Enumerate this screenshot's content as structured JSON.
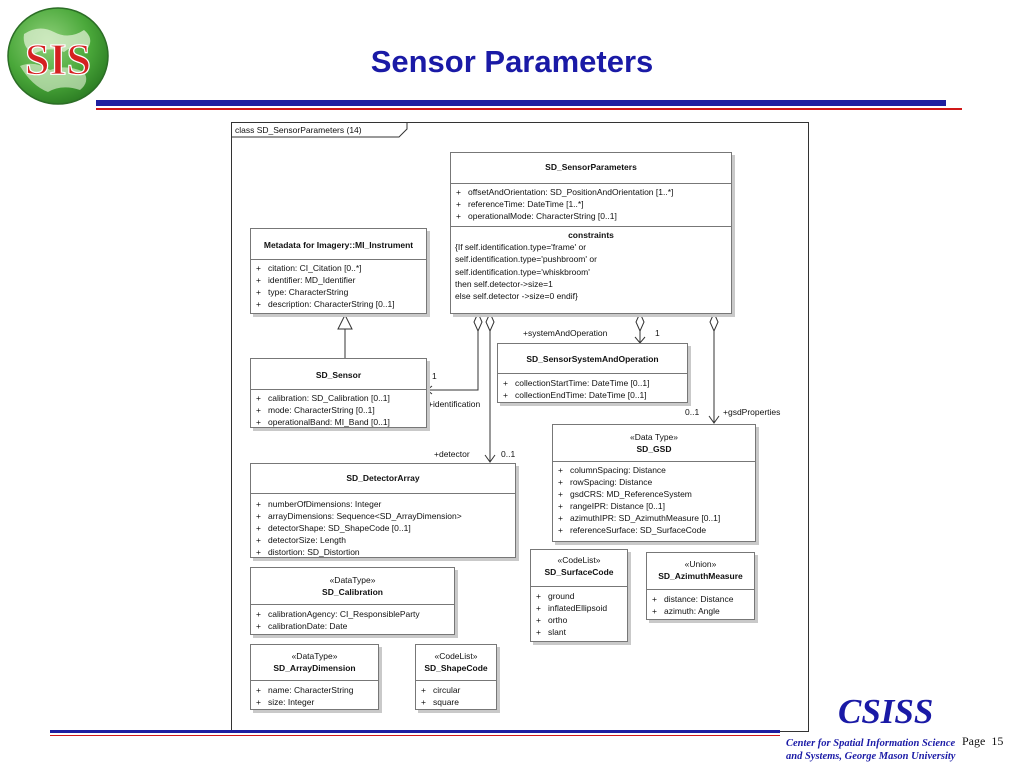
{
  "slide": {
    "title": "Sensor Parameters",
    "footer_brand": "CSISS",
    "footer_line1": "Center for Spatial Information Science",
    "footer_line2": "and Systems, George Mason University",
    "page_label": "Page",
    "page_number": "15",
    "logo_text": "SIS",
    "colors": {
      "title": "#1a1aa6",
      "bar_blue": "#1f1fa0",
      "bar_red": "#d01818",
      "logo_green": "#3c9a2f"
    }
  },
  "diagram": {
    "frame_title": "class SD_SensorParameters (14)",
    "classes": {
      "sensor_parameters": {
        "name": "SD_SensorParameters",
        "attributes": [
          {
            "vis": "+",
            "text": "offsetAndOrientation:  SD_PositionAndOrientation [1..*]"
          },
          {
            "vis": "+",
            "text": "referenceTime:  DateTime [1..*]"
          },
          {
            "vis": "+",
            "text": "operationalMode:  CharacterString [0..1]"
          }
        ],
        "constraints_title": "constraints",
        "constraints": [
          "{If self.identification.type='frame' or",
          " self.identification.type='pushbroom' or",
          "self.identification.type='whiskbroom'",
          "then self.detector->size=1",
          " else self.detector ->size=0 endif}"
        ]
      },
      "mi_instrument": {
        "name": "Metadata for Imagery::MI_Instrument",
        "attributes": [
          {
            "vis": "+",
            "text": "citation:  CI_Citation [0..*]"
          },
          {
            "vis": "+",
            "text": "identifier:  MD_Identifier"
          },
          {
            "vis": "+",
            "text": "type:  CharacterString"
          },
          {
            "vis": "+",
            "text": "description:  CharacterString [0..1]"
          }
        ]
      },
      "sensor": {
        "name": "SD_Sensor",
        "attributes": [
          {
            "vis": "+",
            "text": "calibration:  SD_Calibration [0..1]"
          },
          {
            "vis": "+",
            "text": "mode:  CharacterString [0..1]"
          },
          {
            "vis": "+",
            "text": "operationalBand:  MI_Band [0..1]"
          }
        ]
      },
      "system_operation": {
        "name": "SD_SensorSystemAndOperation",
        "attributes": [
          {
            "vis": "+",
            "text": "collectionStartTime:  DateTime [0..1]"
          },
          {
            "vis": "+",
            "text": "collectionEndTime:  DateTime [0..1]"
          }
        ]
      },
      "gsd": {
        "stereotype": "«Data Type»",
        "name": "SD_GSD",
        "attributes": [
          {
            "vis": "+",
            "text": "columnSpacing:  Distance"
          },
          {
            "vis": "+",
            "text": "rowSpacing:  Distance"
          },
          {
            "vis": "+",
            "text": "gsdCRS:  MD_ReferenceSystem"
          },
          {
            "vis": "+",
            "text": "rangeIPR:  Distance [0..1]"
          },
          {
            "vis": "+",
            "text": "azimuthIPR:  SD_AzimuthMeasure [0..1]"
          },
          {
            "vis": "+",
            "text": "referenceSurface:  SD_SurfaceCode"
          }
        ]
      },
      "detector_array": {
        "name": "SD_DetectorArray",
        "attributes": [
          {
            "vis": "+",
            "text": "numberOfDimensions:  Integer"
          },
          {
            "vis": "+",
            "text": "arrayDimensions:  Sequence<SD_ArrayDimension>"
          },
          {
            "vis": "+",
            "text": "detectorShape:  SD_ShapeCode [0..1]"
          },
          {
            "vis": "+",
            "text": "detectorSize:  Length"
          },
          {
            "vis": "+",
            "text": "distortion:  SD_Distortion"
          }
        ]
      },
      "calibration": {
        "stereotype": "«DataType»",
        "name": "SD_Calibration",
        "attributes": [
          {
            "vis": "+",
            "text": "calibrationAgency:  CI_ResponsibleParty"
          },
          {
            "vis": "+",
            "text": "calibrationDate:  Date"
          }
        ]
      },
      "surface_code": {
        "stereotype": "«CodeList»",
        "name": "SD_SurfaceCode",
        "attributes": [
          {
            "vis": "+",
            "text": "ground"
          },
          {
            "vis": "+",
            "text": "inflatedEllipsoid"
          },
          {
            "vis": "+",
            "text": "ortho"
          },
          {
            "vis": "+",
            "text": "slant"
          }
        ]
      },
      "azimuth_measure": {
        "stereotype": "«Union»",
        "name": "SD_AzimuthMeasure",
        "attributes": [
          {
            "vis": "+",
            "text": "distance:  Distance"
          },
          {
            "vis": "+",
            "text": "azimuth:  Angle"
          }
        ]
      },
      "array_dimension": {
        "stereotype": "«DataType»",
        "name": "SD_ArrayDimension",
        "attributes": [
          {
            "vis": "+",
            "text": "name:  CharacterString"
          },
          {
            "vis": "+",
            "text": "size:  Integer"
          }
        ]
      },
      "shape_code": {
        "stereotype": "«CodeList»",
        "name": "SD_ShapeCode",
        "attributes": [
          {
            "vis": "+",
            "text": "circular"
          },
          {
            "vis": "+",
            "text": "square"
          }
        ]
      }
    },
    "labels": {
      "system_role": "+systemAndOperation",
      "system_mult": "1",
      "identification_role": "+identification",
      "identification_mult": "1",
      "gsd_role": "+gsdProperties",
      "gsd_mult": "0..1",
      "detector_role": "+detector",
      "detector_mult": "0..1"
    }
  }
}
